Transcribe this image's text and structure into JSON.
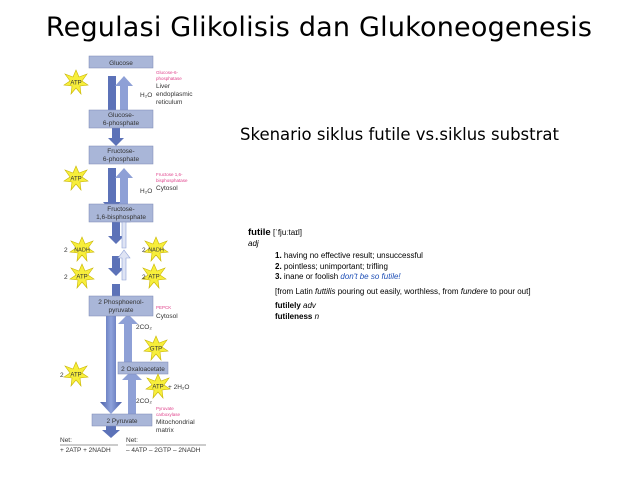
{
  "slide": {
    "title": "Regulasi Glikolisis dan Glukoneogenesis",
    "subtitle": "Skenario siklus futile vs.siklus substrat"
  },
  "pathway": {
    "metabolites": {
      "glucose": "Glucose",
      "g6p_1": "Glucose-",
      "g6p_2": "6-phosphate",
      "f6p_1": "Fructose-",
      "f6p_2": "6-phosphate",
      "f16bp_1": "Fructose-",
      "f16bp_2": "1,6-bisphosphate",
      "pep_1": "2 Phosphoenol-",
      "pep_2": "pyruvate",
      "oaa": "2 Oxaloacetate",
      "pyruvate": "2 Pyruvate"
    },
    "enzymes": {
      "g6pase_1": "Glucose-6-",
      "g6pase_2": "phosphatase",
      "fbpase_1": "Fructose 1,6-",
      "fbpase_2": "bisphosphatase",
      "pepck": "PEPCK",
      "pc_1": "Pyruvate",
      "pc_2": "carboxylase"
    },
    "locations": {
      "liver_er_1": "Liver",
      "liver_er_2": "endoplasmic",
      "liver_er_3": "reticulum",
      "cytosol_1": "Cytosol",
      "cytosol_2": "Cytosol",
      "mito_1": "Mitochondrial",
      "mito_2": "matrix"
    },
    "cofactors": {
      "atp": "ATP",
      "nadh": "NADH",
      "gtp": "GTP",
      "h2o": "H₂O",
      "two": "2",
      "co2": "2CO₂",
      "h2o_plus": "+ 2H₂O"
    },
    "net": {
      "left_label": "Net:",
      "left_value": "+ 2ATP + 2NADH",
      "right_label": "Net:",
      "right_value": "– 4ATP – 2GTP – 2NADH"
    }
  },
  "dictionary": {
    "headword": "futile",
    "pron": "[ˈfjuːtaɪl]",
    "pos": "adj",
    "s1_num": "1.",
    "s1_text": "having no effective result; unsuccessful",
    "s2_num": "2.",
    "s2_text": "pointless; unimportant; trifling",
    "s3_num": "3.",
    "s3_text": "inane or foolish",
    "s3_example": "don't be so futile!",
    "ety_a": "[from Latin ",
    "ety_b": "futtilis",
    "ety_c": " pouring out easily, worthless, from ",
    "ety_d": "fundere",
    "ety_e": " to pour out]",
    "d1_word": "futilely",
    "d1_pos": "adv",
    "d2_word": "futileness",
    "d2_pos": "n"
  },
  "colors": {
    "box": "#a9b6d8",
    "box_border": "#7a88b5",
    "arrow": "#5c72b8",
    "arrow_dark": "#3d4f8f",
    "starburst": "#f7ee3b",
    "enzyme_text": "#e0438c",
    "example_text": "#1e4fb6"
  }
}
